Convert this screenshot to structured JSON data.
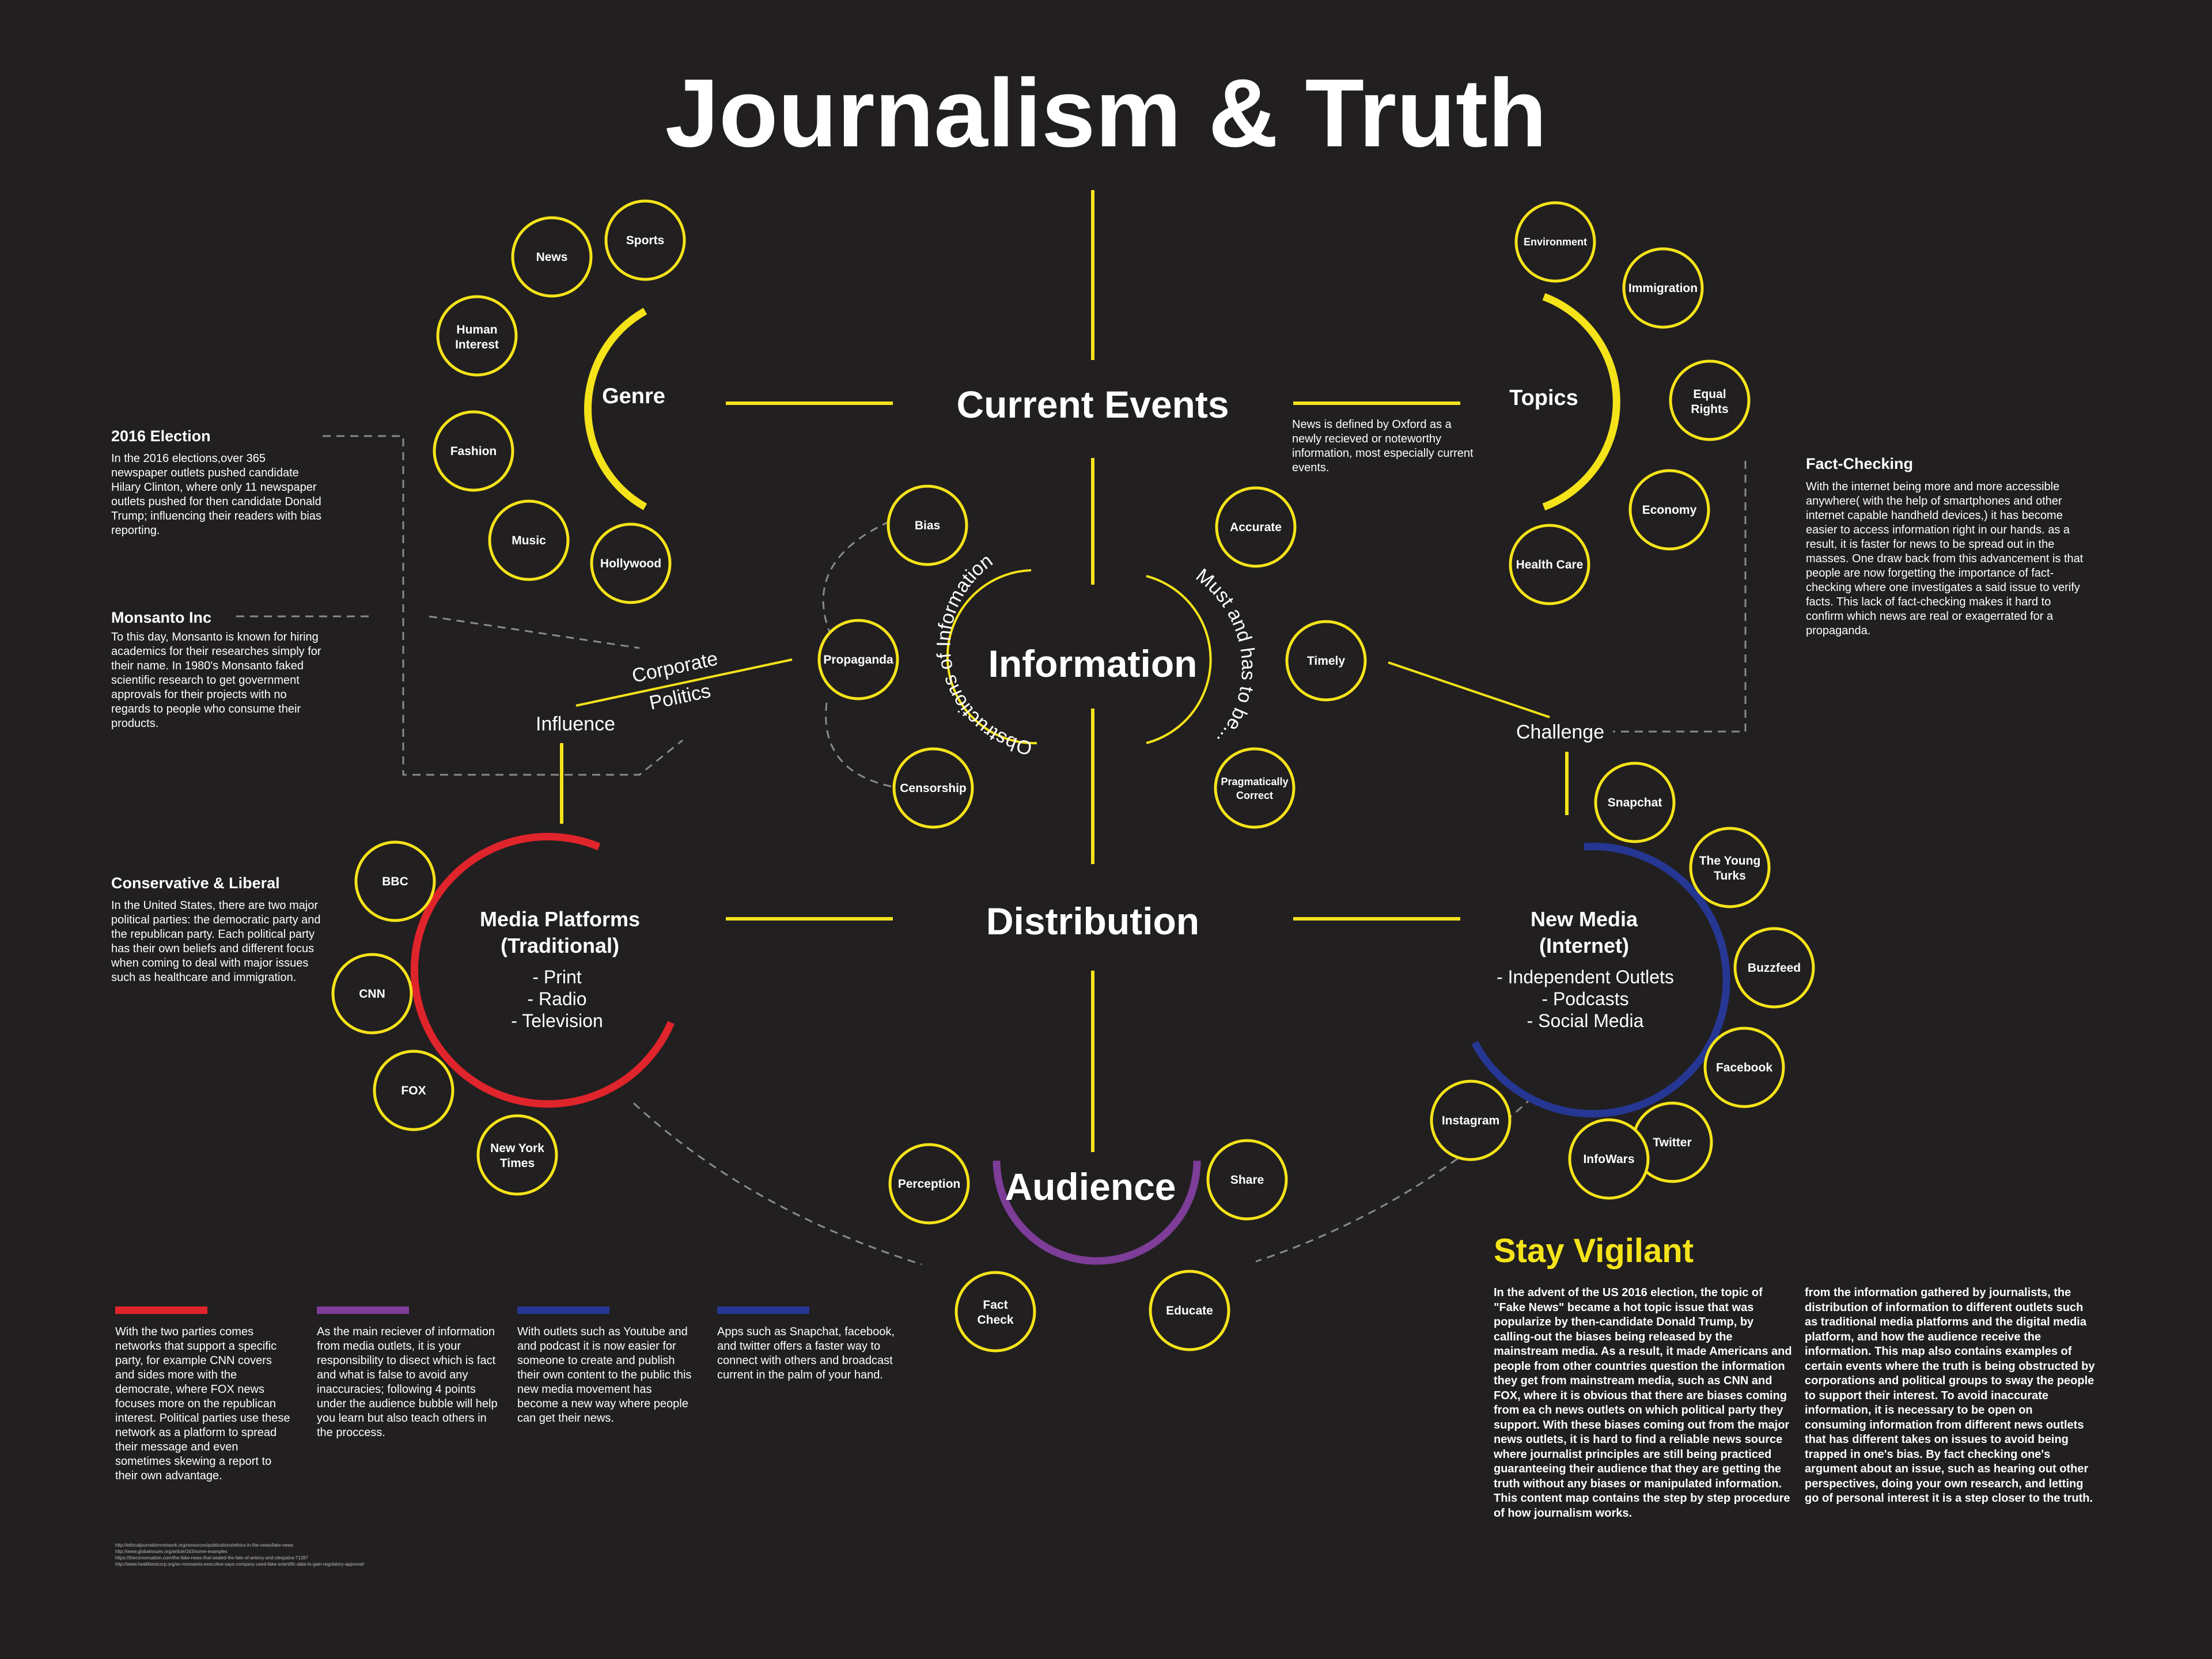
{
  "title": "Journalism & Truth",
  "colors": {
    "background": "#221f20",
    "yellow": "#f5e31a",
    "red": "#e0242b",
    "blue": "#253793",
    "purple": "#7d3d98",
    "white": "#ffffff",
    "dash": "#8a8a8a"
  },
  "hubs": [
    {
      "id": "current-events",
      "label": "Current Events"
    },
    {
      "id": "information",
      "label": "Information"
    },
    {
      "id": "distribution",
      "label": "Distribution"
    },
    {
      "id": "audience",
      "label": "Audience"
    }
  ],
  "genre": {
    "label": "Genre",
    "nodes": [
      "News",
      "Sports",
      "Human Interest",
      "Fashion",
      "Music",
      "Hollywood"
    ]
  },
  "topics": {
    "label": "Topics",
    "definition": "News is defined by Oxford as a newly recieved or noteworthy information, most especially current events.",
    "nodes": [
      "Environment",
      "Immigration",
      "Equal Rights",
      "Economy",
      "Health Care"
    ]
  },
  "obstructions": {
    "arc_label": "Obstructions of Information",
    "nodes": [
      "Bias",
      "Propaganda",
      "Censorship"
    ]
  },
  "must_be": {
    "arc_label": "Must and has to be...",
    "nodes": [
      "Accurate",
      "Timely",
      "Pragmatically Correct"
    ]
  },
  "influence": {
    "label": "Influence",
    "sub1": "Corporate",
    "sub2": "Politics"
  },
  "challenge": {
    "label": "Challenge"
  },
  "traditional": {
    "title1": "Media Platforms",
    "title2": "(Traditional)",
    "items": [
      "- Print",
      "- Radio",
      "- Television"
    ],
    "nodes": [
      "BBC",
      "CNN",
      "FOX",
      "New York Times"
    ]
  },
  "new_media": {
    "title1": "New Media",
    "title2": "(Internet)",
    "items": [
      "- Independent Outlets",
      "- Podcasts",
      "- Social Media"
    ],
    "nodes": [
      "Snapchat",
      "The Young Turks",
      "Buzzfeed",
      "Facebook",
      "Twitter",
      "InfoWars",
      "Instagram"
    ]
  },
  "audience_nodes": [
    "Perception",
    "Share",
    "Fact Check",
    "Educate"
  ],
  "notes": [
    {
      "title": "2016 Election",
      "body": "In the 2016 elections,over 365 newspaper outlets pushed candidate Hilary Clinton, where only 11 newspaper outlets pushed for then candidate Donald Trump; influencing their readers with bias reporting."
    },
    {
      "title": "Monsanto Inc",
      "body": "To this day, Monsanto is known for hiring academics for their researches simply for their name. In 1980's Monsanto faked scientific research to get government approvals for their projects with no regards to people who consume their products."
    },
    {
      "title": "Conservative & Liberal",
      "body": "In the United States, there are two major political parties: the democratic party and the republican party. Each political party has their own beliefs and different focus when coming to deal with  major issues such as healthcare and immigration."
    },
    {
      "title": "Fact-Checking",
      "body": "With the internet being more and more accessible anywhere( with the help of smartphones and other internet capable handheld devices,) it has become easier to access information right in our hands. as a result, it is faster for news to be spread out in the masses. One draw back from this advancement is that people are now forgetting the importance of fact-checking where one investigates a said issue to verify facts. This lack of fact-checking makes it hard to confirm which news are real or exagerrated for a propaganda."
    }
  ],
  "legend": [
    {
      "color": "#e0242b",
      "text": "With the two parties comes networks that support a specific party, for example CNN covers and sides more with the democrate, where FOX news focuses more on the republican interest. Political parties use these network as a platform to spread their message and even sometimes skewing a report to their own advantage."
    },
    {
      "color": "#7d3d98",
      "text": "As the main reciever of information from  media outlets, it is your responsibility to disect which is fact and what is false to avoid any inaccuracies; following 4 points under the audience bubble will help you learn but also teach others in the proccess."
    },
    {
      "color": "#253793",
      "text": "With outlets such as Youtube and and podcast it is now easier for someone to create and publish their own content to the public this new media movement has become a new way where people can get their news."
    },
    {
      "color": "#253793",
      "text": "Apps such as Snapchat, facebook, and twitter offers a faster way to connect with others and broadcast current in the palm of your hand."
    }
  ],
  "stay_vigilant": {
    "title": "Stay Vigilant",
    "col1": "In the advent of the US 2016 election, the topic of \"Fake News\" became a hot topic issue that was popularize by then-candidate Donald Trump, by calling-out the biases being released by the mainstream media. As a result, it made Americans and people from other countries question the information they get from mainstream media, such as CNN and FOX, where it is obvious that there are biases coming from ea ch news outlets on which political party they support. With these biases coming out from the major news outlets, it is hard to find a reliable news source where journalist principles are still being practiced guaranteeing their audience that they are getting the truth without any biases or manipulated information. This content map contains the step by step procedure of how journalism works.",
    "col2": "from the information gathered by journalists, the distribution of information to different outlets such as traditional media platforms and the digital media platform, and how the audience receive the information. This map also contains examples of certain events where the truth is being obstructed by corporations and political groups to sway the people to support their interest. To avoid inaccurate information, it is necessary to be open on consuming information from different news outlets that has different takes on issues to avoid being trapped in one's bias. By fact checking one's argument about an issue, such as hearing out other perspectives, doing your own research, and letting go of personal interest it is a step closer to the truth."
  },
  "references": [
    "http://ethicaljournalismnetwork.org/resources/publications/ethics-in-the-news/fake-news",
    "http://www.globalissues.org/article/163/some-examples",
    "https://theconversation.com/the-fake-news-that-sealed-the-fate-of-antony-and-cleopatra-71287",
    "http://www.healthiestcorp.org/ex-monsanto-executive-says-company-used-fake-scientific-data-to-gain-regulatory-approval/"
  ]
}
